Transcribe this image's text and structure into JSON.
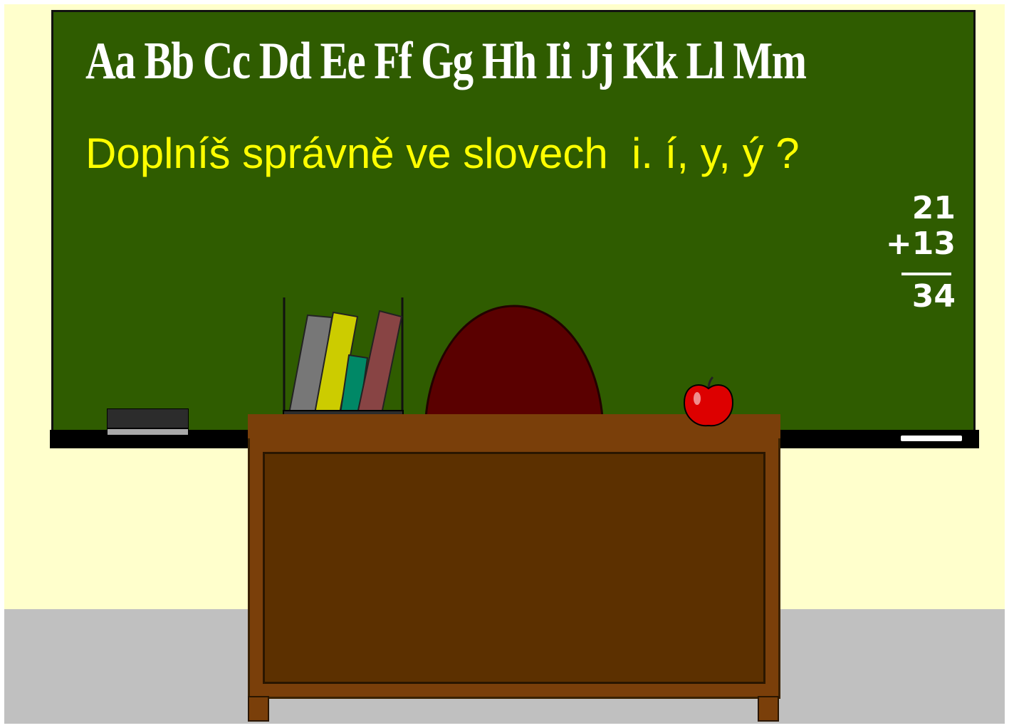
{
  "board": {
    "alphabet": "Aa Bb Cc Dd Ee Ff Gg Hh Ii Jj Kk Ll Mm",
    "question": "Doplníš správně ve slovech  i. í, y, ý ?",
    "math": {
      "line1": "21",
      "line2": "+13",
      "result": "34"
    }
  },
  "colors": {
    "wall": "#ffffcc",
    "floor": "#c0c0c0",
    "board": "#2f5c00",
    "alphabet_text": "#ffffff",
    "question_text": "#ffff00",
    "math_text": "#ffffff",
    "desk_top": "#7a3f0a",
    "desk_panel": "#5c3000",
    "chair": "#5a0000",
    "apple": "#dd0000",
    "book_gray": "#777777",
    "book_yellow": "#cccc00",
    "book_teal": "#008866",
    "book_maroon": "#884444"
  },
  "icons": {
    "eraser": "chalkboard-eraser-icon",
    "chalk": "chalk-stick-icon",
    "books": "books-icon",
    "chair": "chair-back-icon",
    "apple": "apple-icon"
  }
}
